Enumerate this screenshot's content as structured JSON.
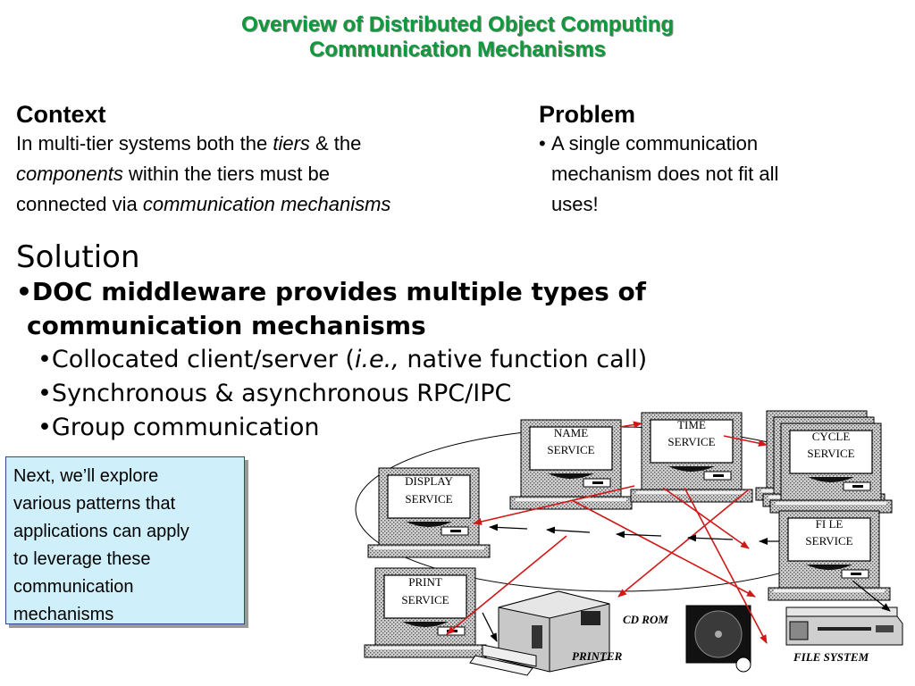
{
  "title": {
    "line1": "Overview of Distributed Object Computing",
    "line2": "Communication Mechanisms"
  },
  "context": {
    "heading": "Context",
    "t1": "In multi-tier systems both the ",
    "t2": "tiers",
    "t3": " & the",
    "t4": "components",
    "t5": " within the tiers must be",
    "t6": "connected via ",
    "t7": "communication mechanisms"
  },
  "problem": {
    "heading": "Problem",
    "bullet": "•",
    "lines": [
      "A single communication",
      "mechanism does not fit all",
      "uses!"
    ]
  },
  "solution": {
    "heading": "Solution",
    "main_l1": "•DOC middleware provides multiple types of",
    "main_l2": "communication mechanisms",
    "s1a": "•Collocated client/server (",
    "s1b": "i.e.,",
    "s1c": " native function call)",
    "s2": "•Synchronous & asynchronous RPC/IPC",
    "s3": "•Group communication"
  },
  "callout": {
    "lines": [
      "Next, we’ll explore",
      "various patterns that",
      "applications can apply",
      "to leverage these",
      "communication",
      "mechanisms"
    ]
  },
  "diagram": {
    "services": {
      "name": [
        "NAME",
        "SERVICE"
      ],
      "time": [
        "TIME",
        "SERVICE"
      ],
      "cycle": [
        "CYCLE",
        "SERVICE"
      ],
      "display": [
        "DISPLAY",
        "SERVICE"
      ],
      "file": [
        "FI LE",
        "SERVICE"
      ],
      "print": [
        "PRINT",
        "SERVICE"
      ]
    },
    "devices": {
      "cdrom": "CD ROM",
      "printer": "PRINTER",
      "filesystem": "FILE  SYSTEM"
    },
    "colors": {
      "red_arrow": "#d01818",
      "black_arrow": "#000000",
      "title": "#0e9a3c",
      "callout_bg": "#cfeffa"
    }
  }
}
